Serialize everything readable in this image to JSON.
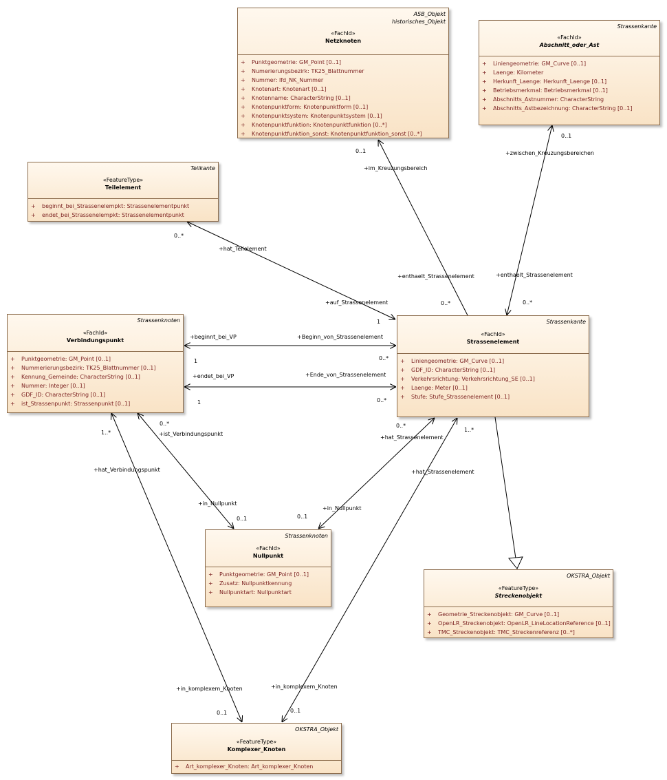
{
  "classes": {
    "netzknoten": {
      "parents": [
        "ASB_Objekt",
        "historisches_Objekt"
      ],
      "stereotype": "«FachId»",
      "name": "Netzknoten",
      "attributes": [
        "Punktgeometrie: GM_Point [0..1]",
        "Numerierungsbezirk: TK25_Blattnummer",
        "Nummer: lfd_NK_Nummer",
        "Knotenart: Knotenart [0..1]",
        "Knotenname: CharacterString [0..1]",
        "Knotenpunktform: Knotenpunktform [0..1]",
        "Knotenpunktsystem: Knotenpunktsystem [0..1]",
        "Knotenpunktfunktion: Knotenpunktfunktion [0..*]",
        "Knotenpunktfunktion_sonst: Knotenpunktfunktion_sonst [0..*]"
      ]
    },
    "abschnitt": {
      "parent": "Strassenkante",
      "stereotype": "«FachId»",
      "name": "Abschnitt_oder_Ast",
      "attributes": [
        "Liniengeometrie: GM_Curve [0..1]",
        "Laenge: Kilometer",
        "Herkunft_Laenge: Herkunft_Laenge [0..1]",
        "Betriebsmerkmal: Betriebsmerkmal [0..1]",
        "Abschnitts_Astnummer: CharacterString",
        "Abschnitts_Astbezeichnung: CharacterString [0..1]"
      ]
    },
    "teilelement": {
      "parent": "Teilkante",
      "stereotype": "«FeatureType»",
      "name": "Teilelement",
      "attributes": [
        "beginnt_bei_Strassenelempkt: Strassenelementpunkt",
        "endet_bei_Strassenelempkt: Strassenelementpunkt"
      ]
    },
    "verbindungspunkt": {
      "parent": "Strassenknoten",
      "stereotype": "«FachId»",
      "name": "Verbindungspunkt",
      "attributes": [
        "Punktgeometrie: GM_Point [0..1]",
        "Nummerierungsbezirk: TK25_Blattnummer [0..1]",
        "Kennung_Gemeinde: CharacterString [0..1]",
        "Nummer: Integer [0..1]",
        "GDF_ID: CharacterString [0..1]",
        "ist_Strassenpunkt: Strassenpunkt [0..1]"
      ]
    },
    "strassenelement": {
      "parent": "Strassenkante",
      "stereotype": "«FachId»",
      "name": "Strassenelement",
      "attributes": [
        "Liniengeometrie: GM_Curve [0..1]",
        "GDF_ID: CharacterString [0..1]",
        "Verkehrsrichtung: Verkehrsrichtung_SE [0..1]",
        "Laenge: Meter [0..1]",
        "Stufe: Stufe_Strassenelement [0..1]"
      ]
    },
    "nullpunkt": {
      "parent": "Strassenknoten",
      "stereotype": "«FachId»",
      "name": "Nullpunkt",
      "attributes": [
        "Punktgeometrie: GM_Point [0..1]",
        "Zusatz: Nullpunktkennung",
        "Nullpunktart: Nullpunktart"
      ]
    },
    "streckenobjekt": {
      "parent": "OKSTRA_Objekt",
      "stereotype": "«FeatureType»",
      "name": "Streckenobjekt",
      "attributes": [
        "Geometrie_Streckenobjekt: GM_Curve [0..1]",
        "OpenLR_Streckenobjekt: OpenLR_LineLocationReference [0..1]",
        "TMC_Streckenobjekt: TMC_Streckenreferenz [0..*]"
      ]
    },
    "komplexer": {
      "parent": "OKSTRA_Objekt",
      "stereotype": "«FeatureType»",
      "name": "Komplexer_Knoten",
      "attributes": [
        "Art_komplexer_Knoten: Art_komplexer_Knoten"
      ]
    }
  },
  "attribute_marker": "+",
  "labels": {
    "im_kreuzungsbereich": "+im_Kreuzungsbereich",
    "nk_mult": "0..1",
    "enthaelt_se_1": "+enthaelt_Strassenelement",
    "enthaelt_se_1_mult": "0..*",
    "zwischen": "+zwischen_Kreuzungsbereichen",
    "ab_mult": "0..1",
    "enthaelt_se_2": "+enthaelt_Strassenelement",
    "enthaelt_se_2_mult": "0..*",
    "hat_teilelement": "+hat_Teilelement",
    "te_mult": "0..*",
    "auf_se": "+auf_Strassenelement",
    "auf_se_mult": "1",
    "beginnt_bei_vp": "+beginnt_bei_VP",
    "beginnt_bei_vp_mult": "1",
    "beginn_von_se": "+Beginn_von_Strassenelement",
    "beginn_von_se_mult": "0..*",
    "endet_bei_vp": "+endet_bei_VP",
    "endet_bei_vp_mult": "1",
    "ende_von_se": "+Ende_von_Strassenelement",
    "ende_von_se_mult": "0..*",
    "ist_vp": "+ist_Verbindungspunkt",
    "ist_vp_mult": "0..*",
    "in_nullpunkt_1": "+in_Nullpunkt",
    "in_nullpunkt_1_mult": "0..1",
    "hat_se_1": "+hat_Strassenelement",
    "hat_se_1_mult": "0..*",
    "in_nullpunkt_2": "+in_Nullpunkt",
    "in_nullpunkt_2_mult": "0..1",
    "hat_vp": "+hat_Verbindungspunkt",
    "hat_vp_mult": "1..*",
    "in_komplexem_1": "+in_komplexem_Knoten",
    "in_komplexem_1_mult": "0..1",
    "hat_se_2": "+hat_Strassenelement",
    "hat_se_2_mult": "1..*",
    "in_komplexem_2": "+in_komplexem_Knoten",
    "in_komplexem_2_mult": "0..1"
  }
}
